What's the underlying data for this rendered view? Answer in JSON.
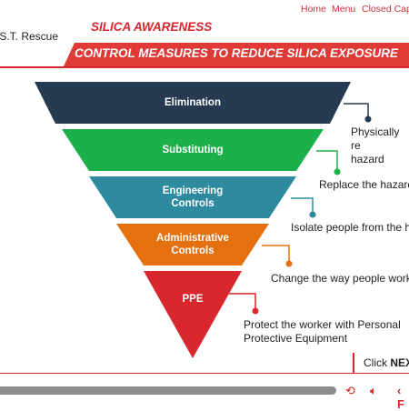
{
  "nav": {
    "home": "Home",
    "menu": "Menu",
    "captions": "Closed Capti"
  },
  "brand": ".S.T. Rescue",
  "banner": {
    "top": "SILICA AWARENESS",
    "title": "CONTROL MEASURES TO REDUCE SILICA EXPOSURE"
  },
  "pyramid": [
    {
      "label": "Elimination",
      "desc": "Physically re\nhazard",
      "color": "#263a52"
    },
    {
      "label": "Substituting",
      "desc": "Replace the hazard",
      "color": "#1bb04a"
    },
    {
      "label": "Engineering\nControls",
      "desc": "Isolate people from the h",
      "color": "#2e8a9e"
    },
    {
      "label": "Administrative\nControls",
      "desc": "Change the way people work",
      "color": "#e5700f"
    },
    {
      "label": "PPE",
      "desc": "Protect the worker with Personal\nProtective Equipment",
      "color": "#d9272e"
    }
  ],
  "next": {
    "prefix": "Click ",
    "bold": "NEX"
  },
  "controls": {
    "replay": "replay-icon",
    "volume": "volume-icon",
    "back": "back-icon"
  }
}
